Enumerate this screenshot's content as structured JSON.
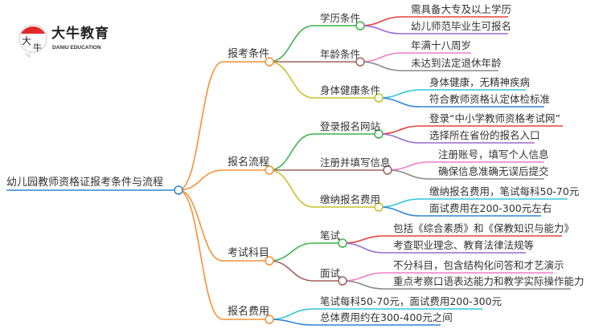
{
  "logo": {
    "name": "大牛教育",
    "subtitle": "DANIU EDUCATION"
  },
  "root": "幼儿园教师资格证报考条件与流程",
  "branches": [
    {
      "label": "报考条件",
      "children": [
        {
          "label": "学历条件",
          "leaves": [
            "需具备大专及以上学历",
            "幼儿师范毕业生可报名"
          ]
        },
        {
          "label": "年龄条件",
          "leaves": [
            "年满十八周岁",
            "未达到法定退休年龄"
          ]
        },
        {
          "label": "身体健康条件",
          "leaves": [
            "身体健康，无精神疾病",
            "符合教师资格认定体检标准"
          ]
        }
      ]
    },
    {
      "label": "报名流程",
      "children": [
        {
          "label": "登录报名网站",
          "leaves": [
            "登录“中小学教师资格考试网”",
            "选择所在省份的报名入口"
          ]
        },
        {
          "label": "注册并填写信息",
          "leaves": [
            "注册账号，填写个人信息",
            "确保信息准确无误后提交"
          ]
        },
        {
          "label": "缴纳报名费用",
          "leaves": [
            "缴纳报名费用，笔试每科50-70元",
            "面试费用在200-300元左右"
          ]
        }
      ]
    },
    {
      "label": "考试科目",
      "children": [
        {
          "label": "笔试",
          "leaves": [
            "包括《综合素质》和《保教知识与能力》",
            "考查职业理念、教育法律法规等"
          ]
        },
        {
          "label": "面试",
          "leaves": [
            "不分科目，包含结构化问答和才艺演示",
            "重点考察口语表达能力和教学实际操作能力"
          ]
        }
      ]
    },
    {
      "label": "报名费用",
      "leaves": [
        "笔试每科50-70元，面试费用200-300元",
        "总体费用约在300-400元之间"
      ]
    }
  ],
  "colors": {
    "orange": "#f7903a",
    "green": "#3cb44b",
    "brown": "#a0645a",
    "olive": "#c8c02c",
    "red": "#e8413c",
    "purple": "#9c6ad0",
    "pink": "#ee7fc8",
    "gray": "#8a8a8a",
    "cyan": "#35c6dc",
    "blue": "#2f86d0"
  }
}
